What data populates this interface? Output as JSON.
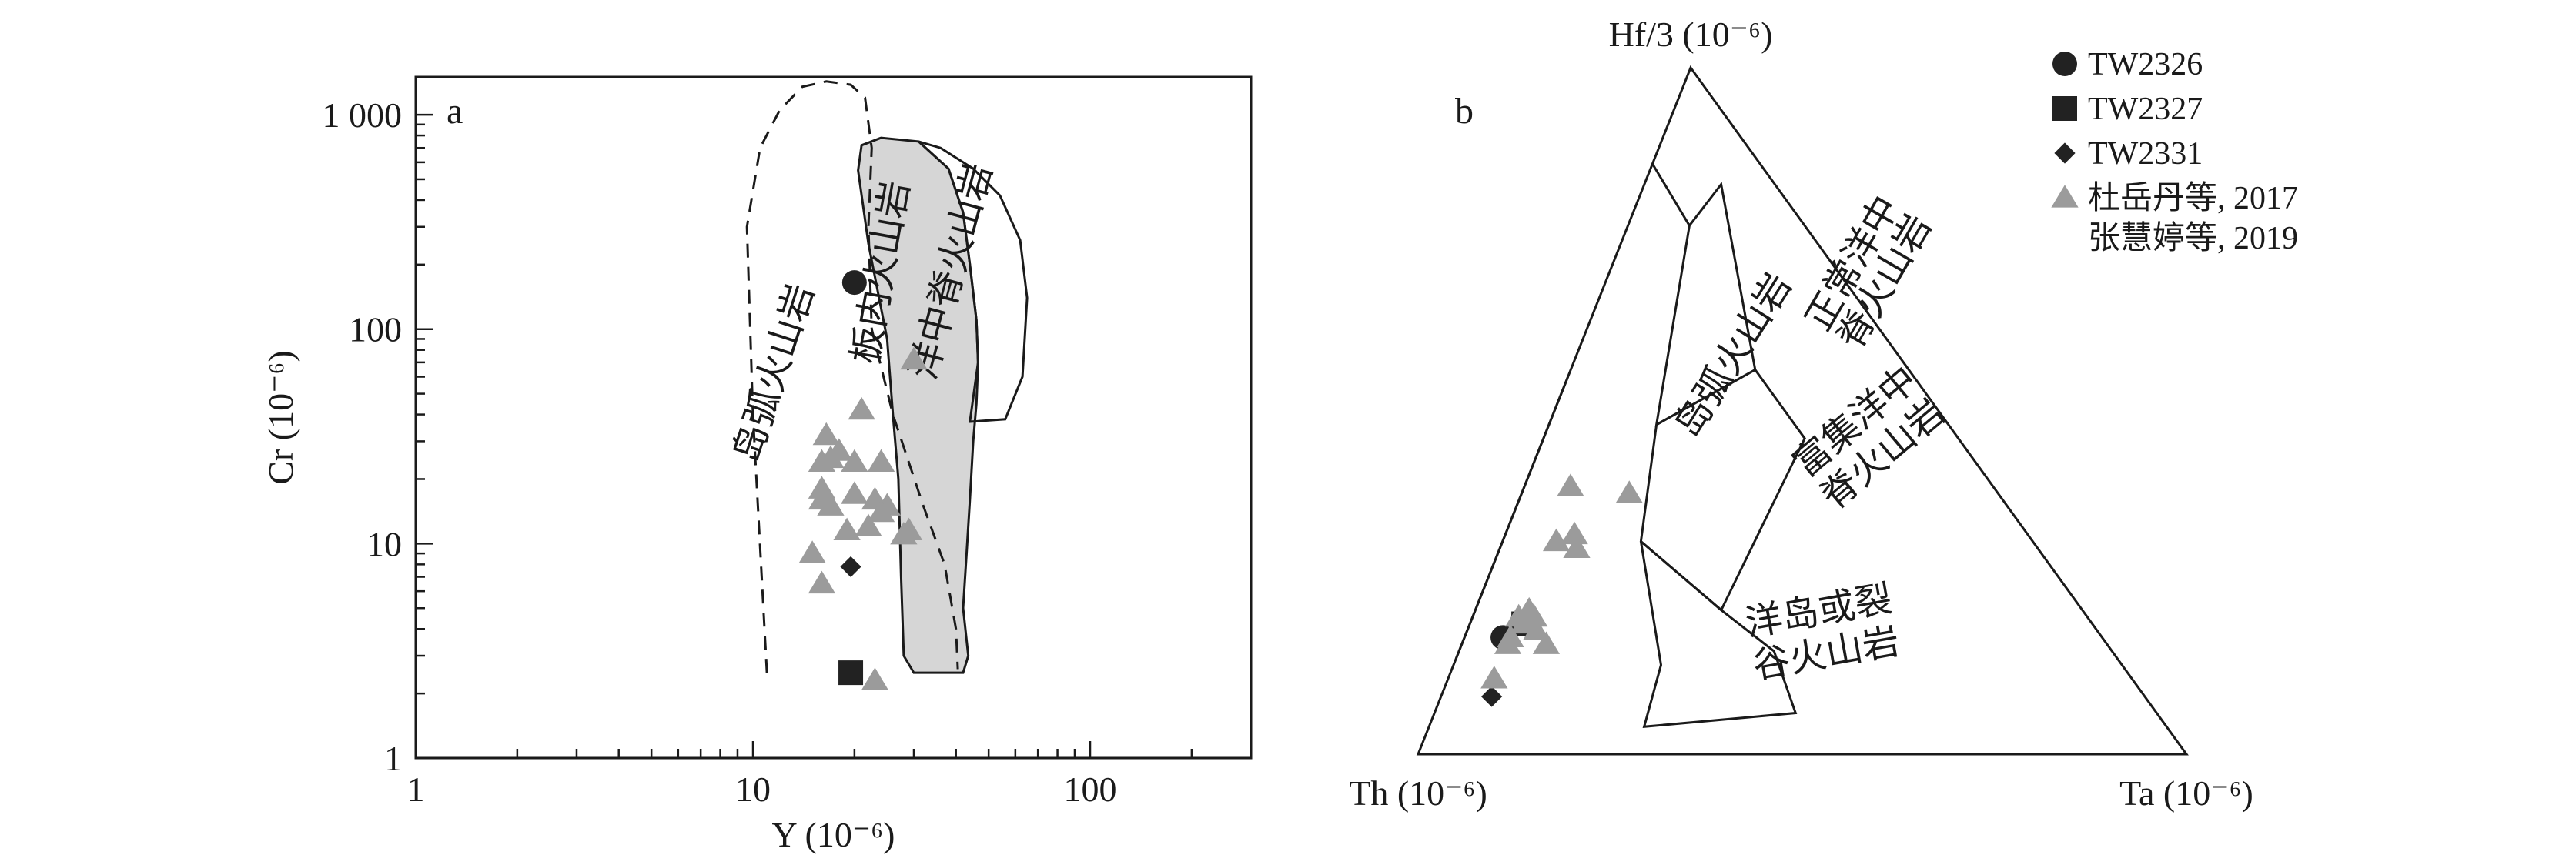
{
  "chart_data": [
    {
      "type": "scatter",
      "panel_label": "a",
      "xlabel": "Y (10⁻⁶)",
      "ylabel": "Cr (10⁻⁶)",
      "xscale": "log",
      "yscale": "log",
      "xlim": [
        1,
        300
      ],
      "ylim": [
        1,
        1500
      ],
      "x_ticks": [
        {
          "value": 1,
          "label": "1"
        },
        {
          "value": 10,
          "label": "10"
        },
        {
          "value": 100,
          "label": "100"
        }
      ],
      "y_ticks": [
        {
          "value": 1,
          "label": "1"
        },
        {
          "value": 10,
          "label": "10"
        },
        {
          "value": 100,
          "label": "100"
        },
        {
          "value": 1000,
          "label": "1 000"
        }
      ],
      "fields": [
        {
          "name": "岛弧火山岩",
          "style": "dashed",
          "outline": [
            [
              11,
              2.5
            ],
            [
              10,
              40
            ],
            [
              9.6,
              300
            ],
            [
              10.5,
              700
            ],
            [
              12,
              1050
            ],
            [
              14,
              1350
            ],
            [
              16.5,
              1430
            ],
            [
              19.5,
              1380
            ],
            [
              21.5,
              1200
            ],
            [
              22.5,
              700
            ],
            [
              22,
              300
            ],
            [
              22.5,
              100
            ],
            [
              26,
              40
            ],
            [
              32,
              15
            ],
            [
              37,
              8
            ],
            [
              40,
              4
            ],
            [
              40.5,
              2.6
            ]
          ]
        },
        {
          "name": "板内火山岩",
          "style": "shaded",
          "outline": [
            [
              21,
              720
            ],
            [
              24,
              780
            ],
            [
              31,
              750
            ],
            [
              38,
              560
            ],
            [
              42,
              350
            ],
            [
              44,
              200
            ],
            [
              46,
              110
            ],
            [
              46.5,
              70
            ],
            [
              46,
              45
            ],
            [
              45,
              30
            ],
            [
              44,
              16
            ],
            [
              43,
              9
            ],
            [
              42,
              5
            ],
            [
              43.5,
              3
            ],
            [
              42,
              2.5
            ],
            [
              30,
              2.5
            ],
            [
              28,
              3
            ],
            [
              27.5,
              7
            ],
            [
              27,
              20
            ],
            [
              26,
              40
            ],
            [
              25,
              90
            ],
            [
              22,
              250
            ],
            [
              20.5,
              550
            ],
            [
              21,
              720
            ]
          ]
        },
        {
          "name": "洋中脊火山岩",
          "style": "solid",
          "outline": [
            [
              31,
              750
            ],
            [
              36,
              700
            ],
            [
              45,
              560
            ],
            [
              54,
              420
            ],
            [
              62,
              260
            ],
            [
              65,
              140
            ],
            [
              63,
              60
            ],
            [
              56,
              38
            ],
            [
              44,
              37
            ],
            [
              46.5,
              70
            ],
            [
              46,
              110
            ],
            [
              44,
              200
            ],
            [
              42,
              350
            ],
            [
              38,
              560
            ],
            [
              31,
              750
            ]
          ]
        }
      ],
      "series": [
        {
          "name": "TW2326",
          "marker": "circle",
          "color": "#222222",
          "points": [
            [
              20,
              165
            ]
          ]
        },
        {
          "name": "TW2327",
          "marker": "square",
          "color": "#222222",
          "points": [
            [
              19.5,
              2.5
            ]
          ]
        },
        {
          "name": "TW2331",
          "marker": "diamond",
          "color": "#222222",
          "points": [
            [
              19.5,
              7.8
            ]
          ]
        },
        {
          "name": "杜岳丹等, 2017\n张慧婷等, 2019",
          "marker": "triangle",
          "color": "#9b9b9b",
          "points": [
            [
              30,
              72
            ],
            [
              21,
              42
            ],
            [
              16.5,
              32
            ],
            [
              18,
              27
            ],
            [
              17,
              25
            ],
            [
              16,
              24
            ],
            [
              20,
              24
            ],
            [
              24,
              24
            ],
            [
              16,
              18
            ],
            [
              16,
              16
            ],
            [
              20,
              17
            ],
            [
              23,
              16
            ],
            [
              25,
              15
            ],
            [
              17,
              15
            ],
            [
              24,
              14
            ],
            [
              19,
              11.5
            ],
            [
              22,
              12
            ],
            [
              28,
              11
            ],
            [
              29,
              11.5
            ],
            [
              15,
              9
            ],
            [
              16,
              6.5
            ],
            [
              23,
              2.3
            ]
          ]
        }
      ]
    },
    {
      "type": "ternary",
      "panel_label": "b",
      "apex_labels": {
        "top": "Hf/3 (10⁻⁶)",
        "left": "Th (10⁻⁶)",
        "right": "Ta (10⁻⁶)"
      },
      "fields": [
        {
          "name": "岛弧火山岩",
          "outline": [
            [
              0.14,
              0.86,
              0.0
            ],
            [
              0.55,
              0.45,
              0.0
            ]
          ]
        },
        {
          "name": "正常洋中脊火山岩",
          "outline": [
            [
              0.86,
              0.14,
              0.0
            ],
            [
              0.77,
              0.15,
              0.08
            ],
            [
              0.83,
              0.07,
              0.1
            ],
            [
              0.56,
              0.2,
              0.24
            ],
            [
              0.48,
              0.38,
              0.14
            ],
            [
              0.77,
              0.15,
              0.08
            ]
          ]
        },
        {
          "name": "富集洋中脊火山岩",
          "outline": [
            [
              0.48,
              0.38,
              0.14
            ],
            [
              0.56,
              0.2,
              0.24
            ],
            [
              0.46,
              0.2,
              0.34
            ],
            [
              0.21,
              0.47,
              0.32
            ],
            [
              0.31,
              0.51,
              0.18
            ],
            [
              0.48,
              0.38,
              0.14
            ]
          ]
        },
        {
          "name": "洋岛或裂谷火山岩",
          "outline": [
            [
              0.31,
              0.51,
              0.18
            ],
            [
              0.21,
              0.47,
              0.32
            ],
            [
              0.15,
              0.44,
              0.41
            ],
            [
              0.06,
              0.47,
              0.47
            ],
            [
              0.04,
              0.68,
              0.28
            ],
            [
              0.13,
              0.6,
              0.27
            ],
            [
              0.31,
              0.51,
              0.18
            ]
          ]
        }
      ],
      "series": [
        {
          "name": "TW2326",
          "marker": "circle",
          "color": "#222222",
          "points": [
            [
              0.17,
              0.78,
              0.05
            ]
          ]
        },
        {
          "name": "TW2327",
          "marker": "square",
          "color": "#222222",
          "points": [
            [
              0.19,
              0.74,
              0.07
            ]
          ]
        },
        {
          "name": "TW2331",
          "marker": "diamond",
          "color": "#222222",
          "points": [
            [
              0.084,
              0.85,
              0.066
            ]
          ]
        },
        {
          "name": "杜岳丹等, 2017\n张慧婷等, 2019",
          "marker": "triangle",
          "color": "#9b9b9b",
          "points": [
            [
              0.11,
              0.83,
              0.06
            ],
            [
              0.16,
              0.78,
              0.06
            ],
            [
              0.17,
              0.77,
              0.06
            ],
            [
              0.2,
              0.74,
              0.06
            ],
            [
              0.21,
              0.72,
              0.07
            ],
            [
              0.19,
              0.74,
              0.07
            ],
            [
              0.18,
              0.73,
              0.09
            ],
            [
              0.16,
              0.73,
              0.11
            ],
            [
              0.2,
              0.72,
              0.08
            ],
            [
              0.31,
              0.62,
              0.07
            ],
            [
              0.3,
              0.6,
              0.1
            ],
            [
              0.32,
              0.59,
              0.09
            ],
            [
              0.39,
              0.55,
              0.06
            ],
            [
              0.38,
              0.48,
              0.14
            ]
          ]
        }
      ]
    }
  ],
  "legend": {
    "placement": "top-right",
    "entries": [
      {
        "marker": "circle",
        "color": "#222222",
        "lines": [
          "TW2326"
        ]
      },
      {
        "marker": "square",
        "color": "#222222",
        "lines": [
          "TW2327"
        ]
      },
      {
        "marker": "diamond",
        "color": "#222222",
        "lines": [
          "TW2331"
        ]
      },
      {
        "marker": "triangle",
        "color": "#9b9b9b",
        "lines": [
          "杜岳丹等, 2017",
          "张慧婷等, 2019"
        ]
      }
    ]
  },
  "colors": {
    "shaded_field": "#d6d6d6",
    "triangle_marker": "#9b9b9b",
    "solid_marker": "#222222"
  }
}
